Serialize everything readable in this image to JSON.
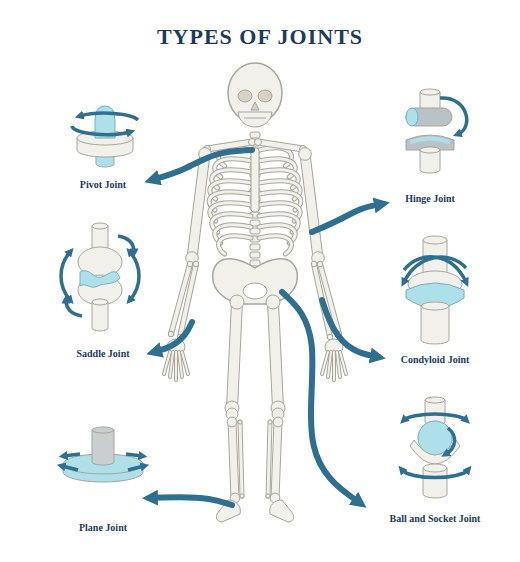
{
  "diagram": {
    "title": "TYPES OF JOINTS",
    "labels": [
      "Pivot Joint",
      "Hinge Joint",
      "Saddle Joint",
      "Condyloid Joint",
      "Plane Joint",
      "Ball and Socket Joint"
    ]
  }
}
